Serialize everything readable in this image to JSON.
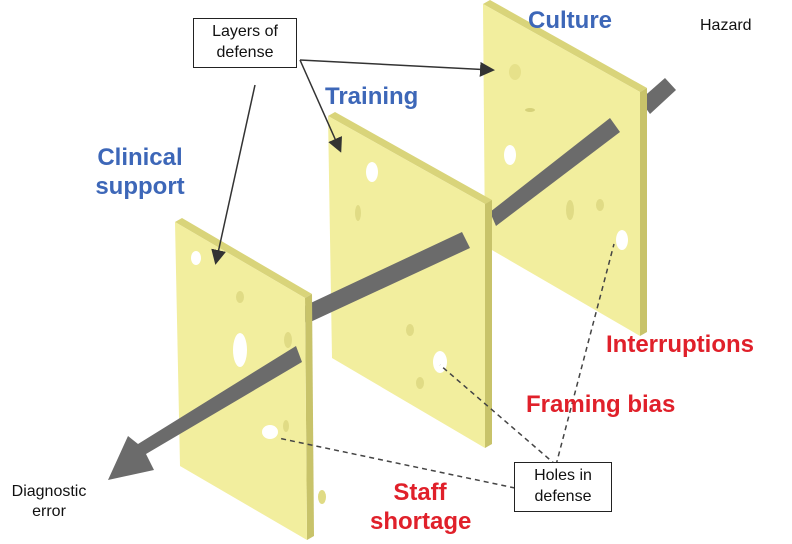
{
  "title": "Swiss cheese model of diagnostic error",
  "layers": [
    {
      "label_line1": "Clinical",
      "label_line2": "support"
    },
    {
      "label": "Training"
    },
    {
      "label": "Culture"
    }
  ],
  "hazard_label": "Hazard",
  "outcome_label_line1": "Diagnostic",
  "outcome_label_line2": "error",
  "callouts": {
    "layers_line1": "Layers of",
    "layers_line2": "defense",
    "holes_line1": "Holes in",
    "holes_line2": "defense"
  },
  "holes": [
    {
      "label": "Interruptions"
    },
    {
      "label": "Framing bias"
    },
    {
      "label_line1": "Staff",
      "label_line2": "shortage"
    }
  ],
  "colors": {
    "layer": "#f2ee9e",
    "layer_edge": "#d9d47a",
    "rod": "#6b6b6b",
    "layer_label": "#3d67b8",
    "hole_label": "#e0202a"
  }
}
